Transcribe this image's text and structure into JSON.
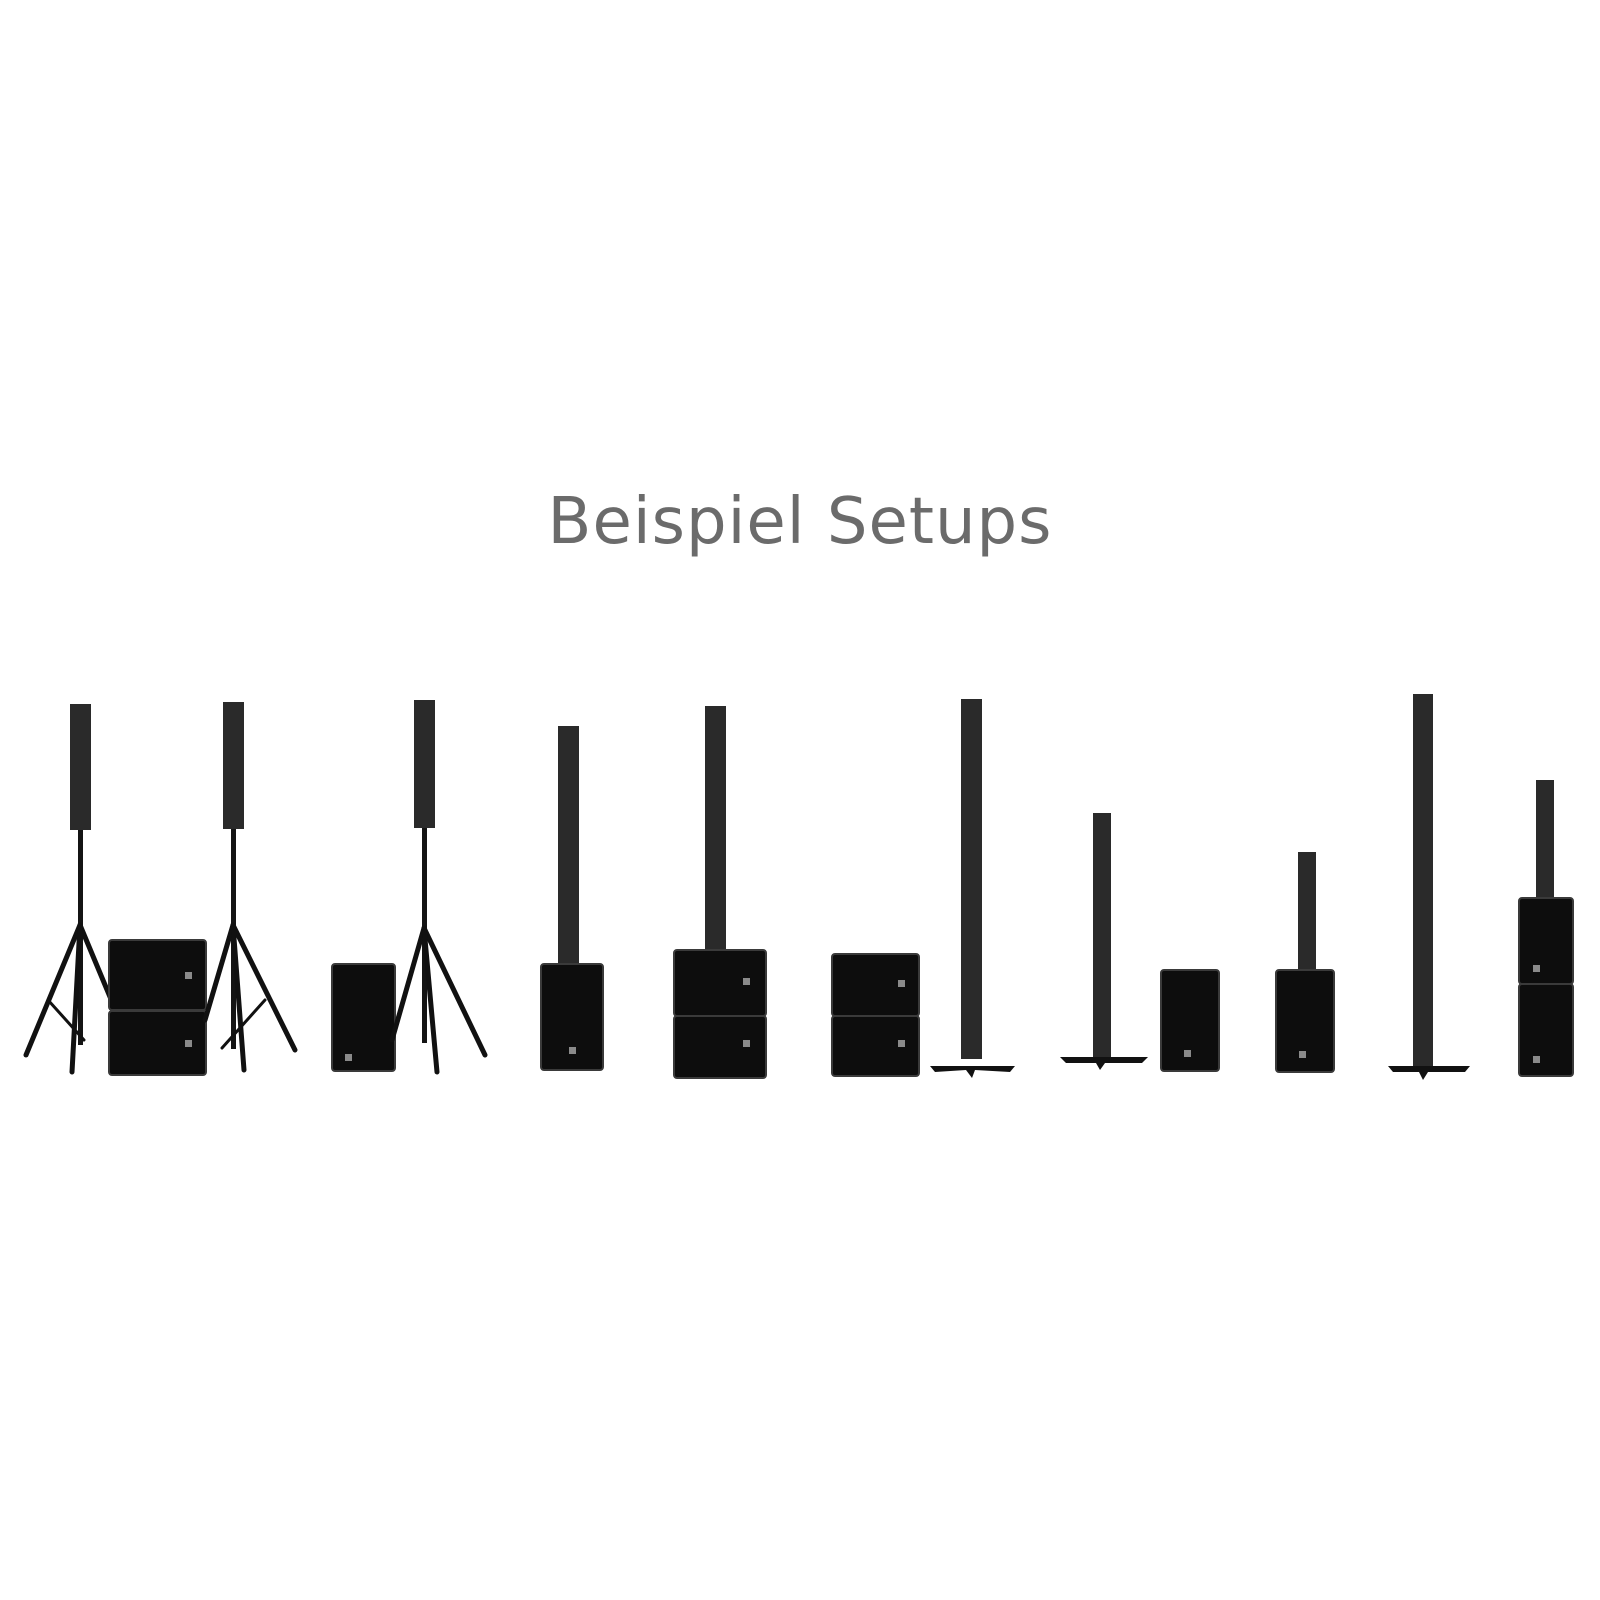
{
  "page": {
    "title": "Beispiel Setups",
    "background": "#ffffff",
    "title_color": "#6b6b6b"
  },
  "setups": [
    {
      "id": 1,
      "label": "2x column on tripod + 2 stacked subwoofers"
    },
    {
      "id": 2,
      "label": "column on tripod + 1 subwoofer"
    },
    {
      "id": 3,
      "label": "column on subwoofer"
    },
    {
      "id": 4,
      "label": "column on 2 stacked subwoofers"
    },
    {
      "id": 5,
      "label": "2 stacked subwoofers + tall column on floor base"
    },
    {
      "id": 6,
      "label": "column on floor base + subwoofer"
    },
    {
      "id": 7,
      "label": "short column on subwoofer"
    },
    {
      "id": 8,
      "label": "tall column on floor base"
    },
    {
      "id": 9,
      "label": "short column on 2 stacked subwoofers"
    }
  ]
}
